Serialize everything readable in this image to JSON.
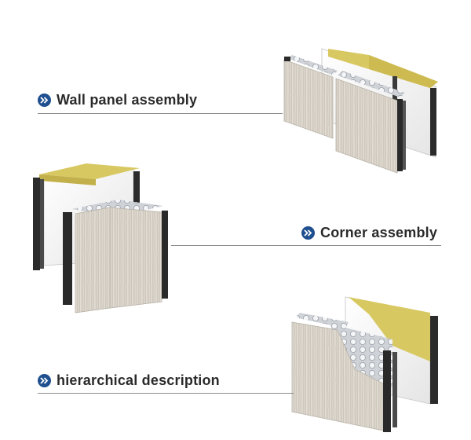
{
  "labels": {
    "wall_panel": "Wall panel assembly",
    "corner": "Corner assembly",
    "hierarchical": "hierarchical description"
  },
  "colors": {
    "accent": "#1f4f8f",
    "wood": "#d9d4cb",
    "insulation": "#d8c862",
    "marble": "#f1f1f1",
    "frame": "#2b2b2b"
  },
  "icons": [
    "double-chevron-right-icon"
  ]
}
